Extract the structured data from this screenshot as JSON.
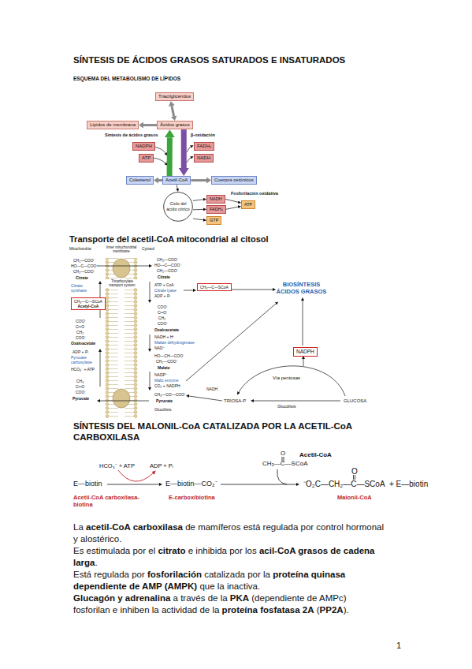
{
  "diagram": {
    "title": "SÍNTESIS DE ÁCIDOS GRASOS SATURADOS E INSATURADOS",
    "nodes": [
      {
        "text": [
          "Triacilglicéridos"
        ]
      },
      {
        "text": [
          "Lípidos de membrana"
        ]
      },
      {
        "text": [
          "Ácidos grasos"
        ]
      },
      {
        "text": [
          "NADPH"
        ]
      },
      {
        "text": [
          "ATP"
        ]
      },
      {
        "text": [
          "FADH₂"
        ]
      },
      {
        "text": [
          "NADH"
        ]
      },
      {
        "text": [
          "Colesterol"
        ]
      },
      {
        "text": [
          "Acetil-CoA"
        ]
      },
      {
        "text": [
          "Cuerpos cetónicos"
        ]
      },
      {
        "text": [
          "Ciclo del ácido cítrico"
        ]
      },
      {
        "text": [
          "NADH"
        ]
      },
      {
        "text": [
          "FADH₂"
        ]
      },
      {
        "text": [
          "ATP"
        ]
      },
      {
        "text": [
          "GTP"
        ]
      },
      {
        "text": [
          "CH₃—C—SCoA",
          "Acetyl-CoA"
        ]
      },
      {
        "text": [
          "CH₃—C—SCoA"
        ]
      },
      {
        "text": [
          "NADPH"
        ]
      }
    ],
    "edges": [
      {
        "from": 0,
        "to": 2,
        "arrow": "both"
      },
      {
        "from": 2,
        "to": 1,
        "arrow": "to"
      },
      {
        "from": 8,
        "to": 2,
        "arrow": "to"
      },
      {
        "from": 2,
        "to": 8,
        "arrow": "to"
      },
      {
        "from": 8,
        "to": 7,
        "arrow": "to"
      },
      {
        "from": 8,
        "to": 9,
        "arrow": "to"
      },
      {
        "from": 8,
        "to": 10,
        "arrow": "to"
      },
      {
        "from": 10,
        "to": 11,
        "arrow": "to"
      },
      {
        "from": 10,
        "to": 12,
        "arrow": "to"
      },
      {
        "from": 10,
        "to": 14,
        "arrow": "to"
      },
      {
        "from": 11,
        "to": 13,
        "arrow": "to"
      },
      {
        "from": 12,
        "to": 13,
        "arrow": "to"
      }
    ],
    "labels": [
      "ESQUEMA DEL METABOLISMO DE LÍPIDOS",
      "Síntesis de ácidos grasos",
      "β-oxidación",
      "Fosforilación oxidativa",
      "Transporte del acetil-CoA mitocondrial al citosol",
      "Mitochondria",
      "Inner mitochondrial membrane",
      "Cytosol",
      "CH₂—COO⁻",
      "HO—C—COO⁻",
      "CH₂—COO⁻",
      "Citrate",
      "Citrate synthase",
      "COO⁻",
      "C═O",
      "CH₂",
      "COO⁻",
      "Oxaloacetate",
      "ADP + Pᵢ",
      "Pyruvate carboxylase",
      "HCO₃⁻ + ATP",
      "CH₃",
      "C═O",
      "COO⁻",
      "Pyruvate",
      "Tricarboxylate transport system",
      "CH₂—COO⁻",
      "HO—C—COO⁻",
      "CH₂—COO⁻",
      "Citrate",
      "ATP + CoA",
      "Citrate lyase",
      "ADP + Pᵢ",
      "COO⁻",
      "C═O",
      "CH₂",
      "COO⁻",
      "Oxaloacetate",
      "NADH + H⁺",
      "Malate dehydrogenase",
      "NAD⁺",
      "HO—CH—COO⁻",
      "CH₂—COO⁻",
      "Malate",
      "NADP⁺",
      "Malic enzyme",
      "CO₂ + NADPH",
      "CH₃—CO—COO⁻",
      "Pyruvate",
      "Glucólisis",
      "BIOSÍNTESIS ÁCIDOS GRASOS",
      "Vía pentosas",
      "TRIOSA-P",
      "GLUCOSA",
      "Glucólisis",
      "NADH",
      "SÍNTESIS DEL MALONIL-CoA CATALIZADA POR LA ACETIL-CoA CARBOXILASA",
      "O",
      "CH₃—C—SCoA",
      "Acetil-CoA",
      "HCO₃⁻ + ATP",
      "ADP + Pᵢ",
      "E—biotin",
      "Acetil-CoA carboxilasa-biotina",
      "E—biotin—CO₂⁻",
      "E-carboxibiotina",
      "⁻O₂C—CH₂—C—SCoA",
      "+ E—biotin",
      "O",
      "Malonil-CoA",
      "La",
      "acetil-CoA carboxilasa",
      "de mamíferos está regulada por control hormonal y alostérico.",
      "Es estimulada por el",
      "citrato",
      "e inhibida por los",
      "acil-CoA grasos de cadena larga",
      ".",
      "Está regulada por",
      "fosforilación",
      "catalizada por la",
      "proteína quinasa dependiente de AMP (AMPK)",
      "que la inactiva.",
      "Glucagón y adrenalina",
      "a través de la",
      "PKA",
      "(dependiente de AMPc) fosforilan e inhiben la actividad de la",
      "proteína fosfatasa 2A",
      "(",
      "PP2A",
      ").",
      "1"
    ]
  }
}
